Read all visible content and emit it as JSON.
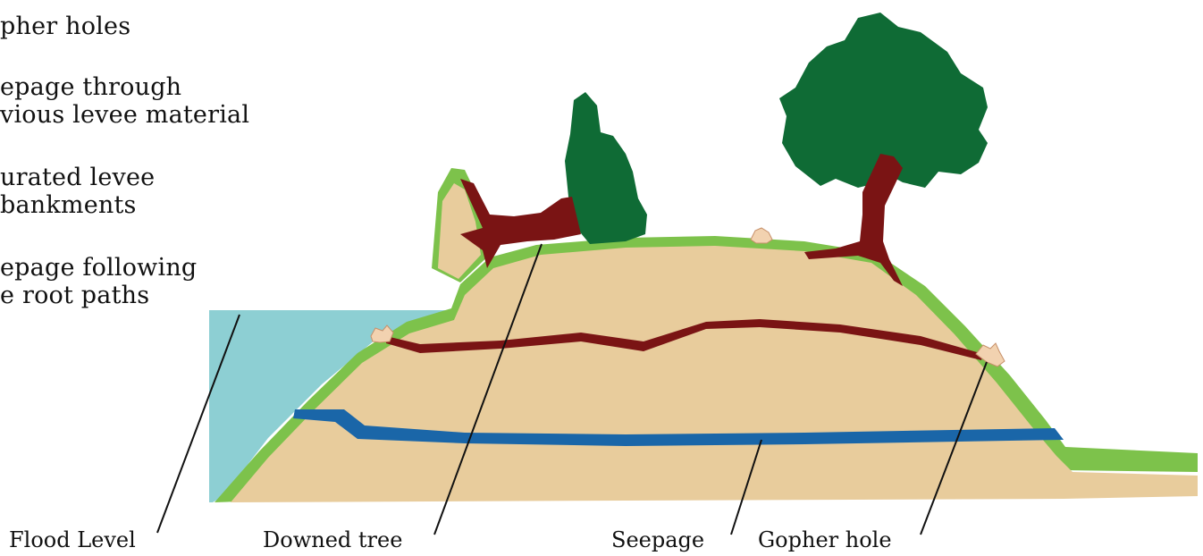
{
  "legend": {
    "item1": "pher holes",
    "item2_line1": "epage through",
    "item2_line2": "vious levee material",
    "item3_line1": "urated levee",
    "item3_line2": "bankments",
    "item4_line1": "epage following",
    "item4_line2": "e root paths"
  },
  "labels": {
    "flood_level": "Flood Level",
    "downed_tree": "Downed tree",
    "seepage": "Seepage",
    "gopher_hole": "Gopher hole"
  },
  "colors": {
    "water": "#8dcfd3",
    "levee_soil": "#e8cc9c",
    "grass": "#7dc24b",
    "tree_trunk": "#7a1414",
    "foliage": "#0f6b35",
    "seepage_channel": "#1a66a8",
    "gopher_mound": "#f2d2b0"
  }
}
